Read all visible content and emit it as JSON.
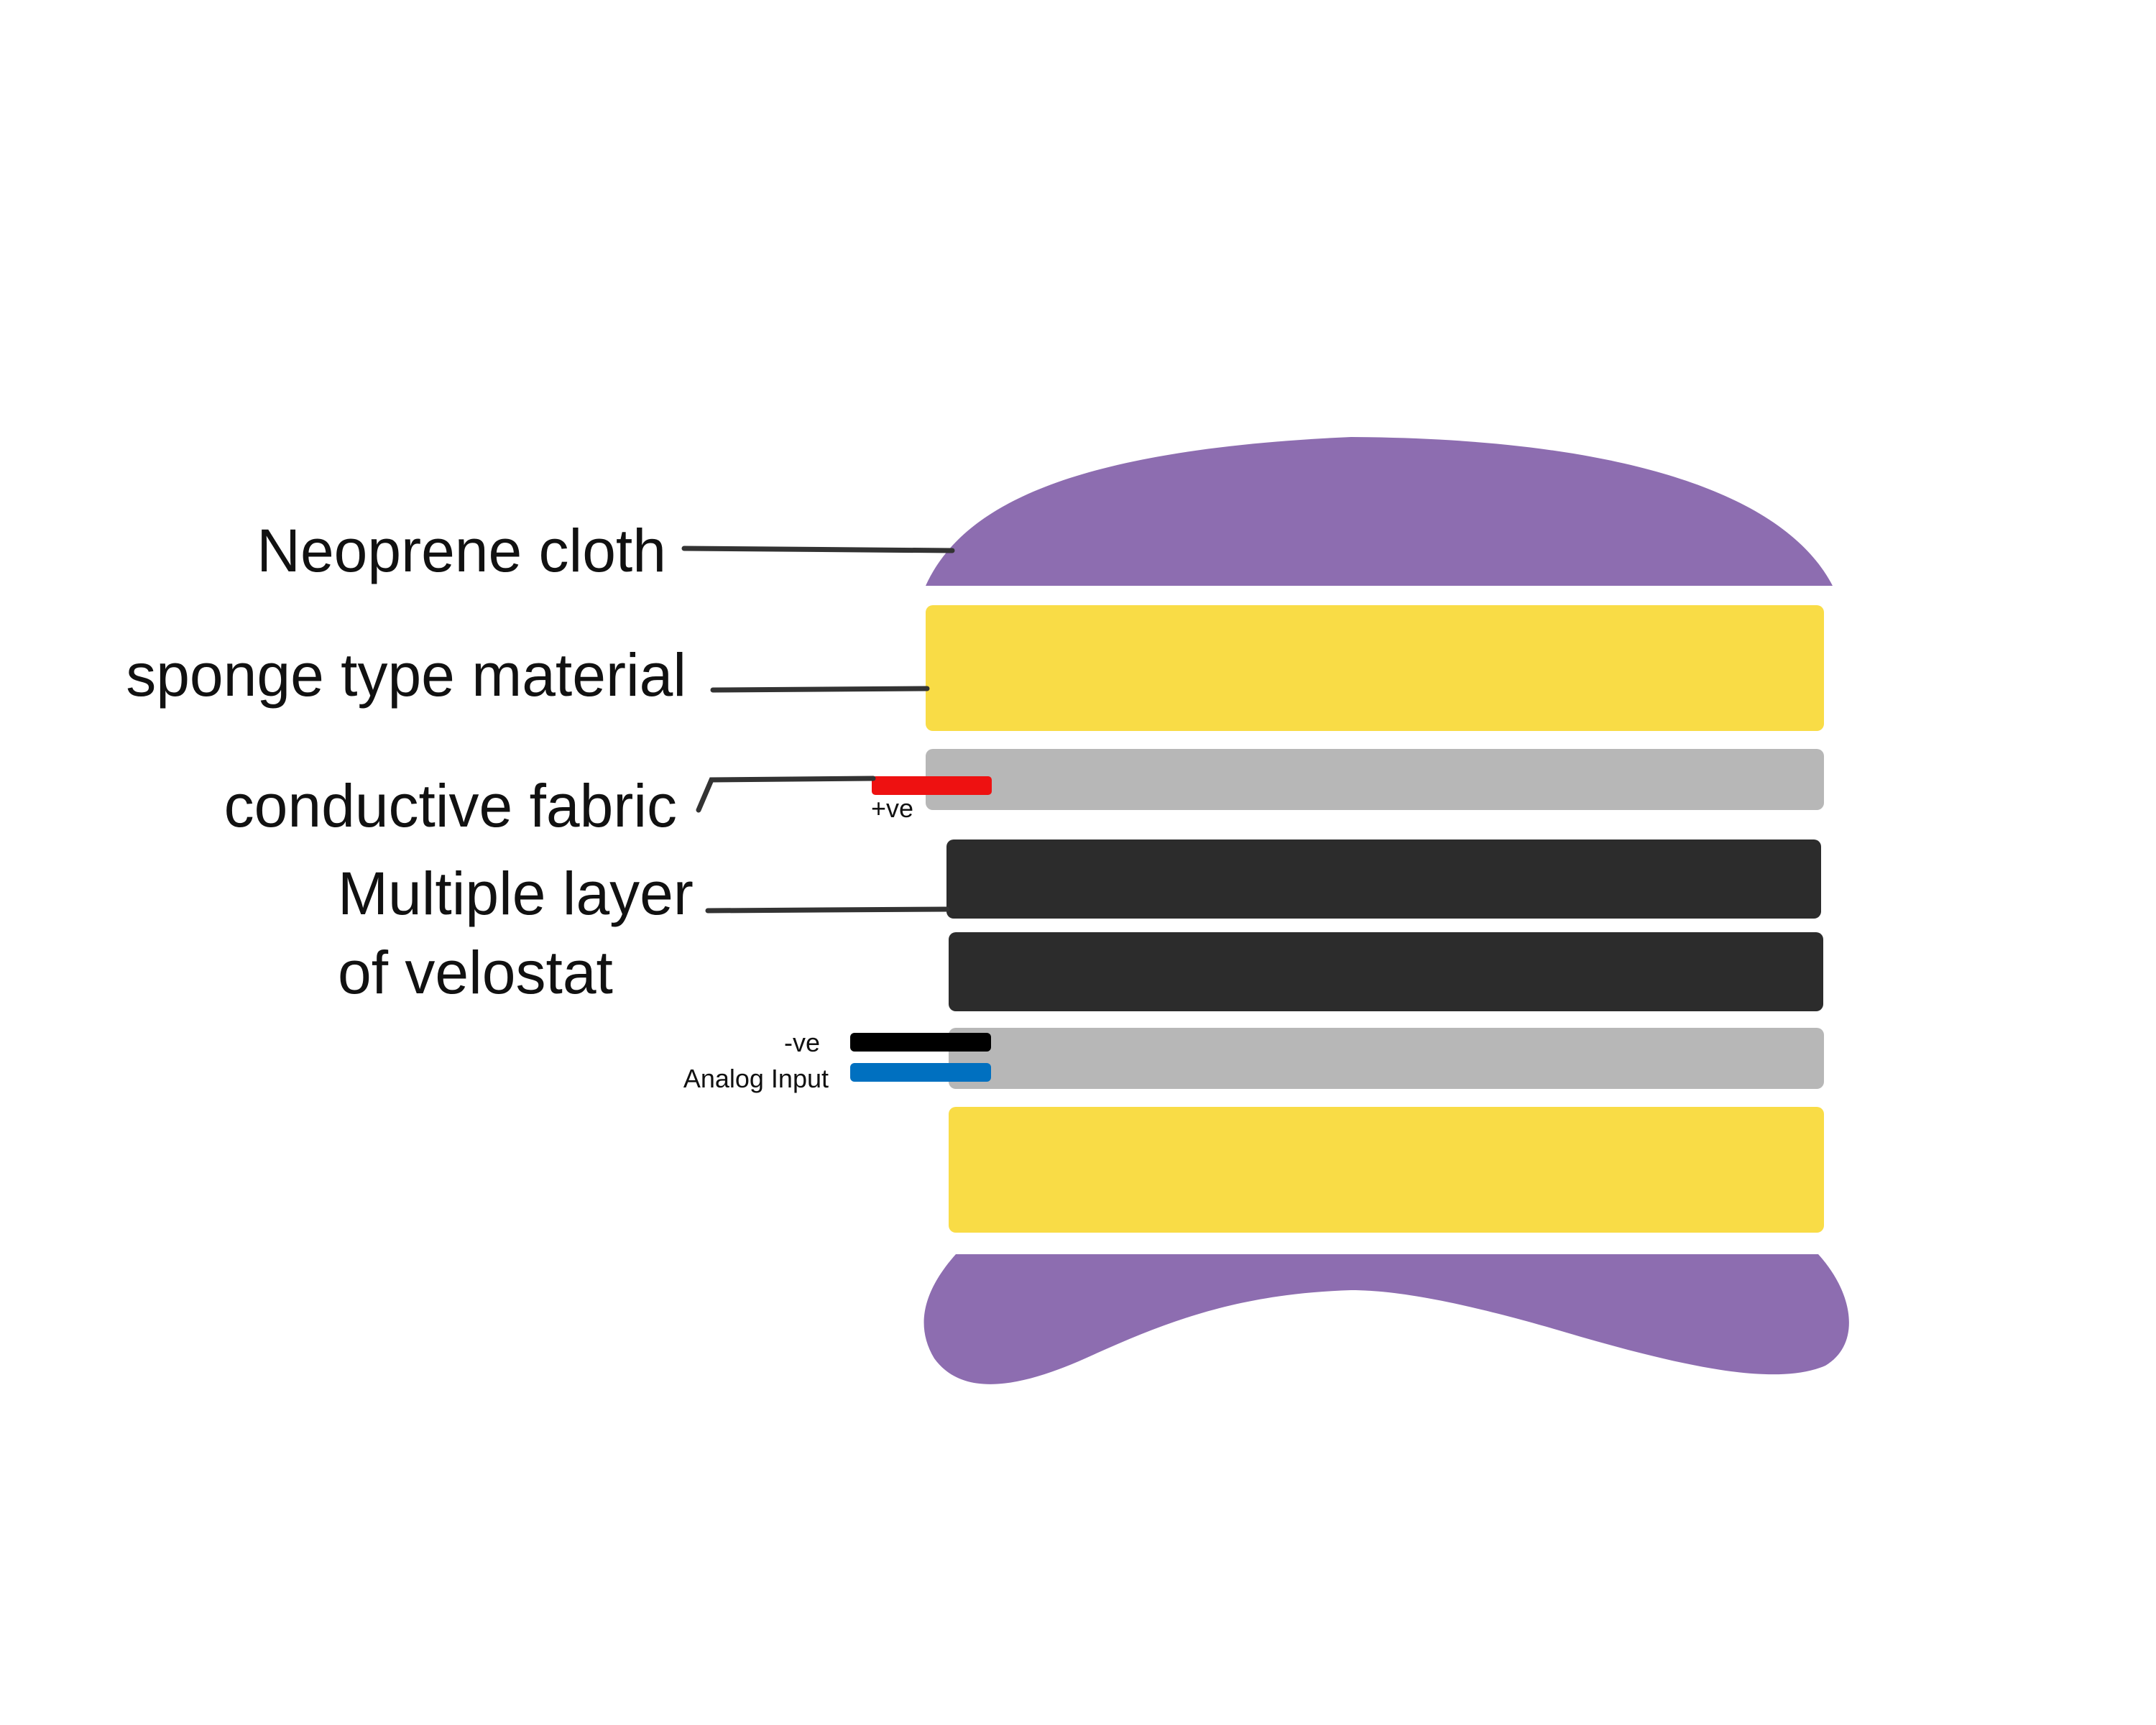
{
  "labels": {
    "neoprene": "Neoprene cloth",
    "sponge": "sponge type material",
    "conductive": "conductive fabric",
    "velostat_line1": "Multiple layer",
    "velostat_line2": "of velostat",
    "positive": "+ve",
    "negative": "-ve",
    "analog": "Analog Input"
  },
  "colors": {
    "neoprene": "#8d6db0",
    "sponge": "#f9dc46",
    "conductive": "#b7b7b7",
    "velostat": "#2c2c2c",
    "positive_wire": "#ee1111",
    "negative_wire": "#000000",
    "analog_wire": "#0070c0",
    "leader": "#333333"
  }
}
